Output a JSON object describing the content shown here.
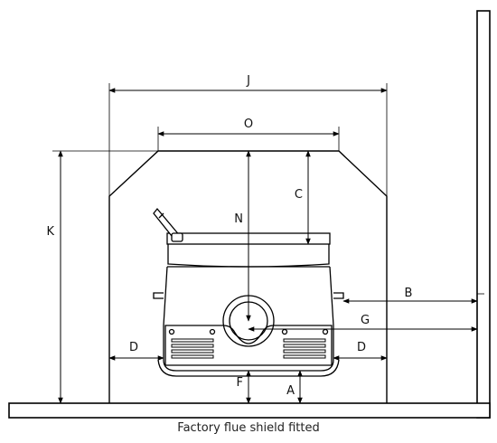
{
  "labels": {
    "J": "J",
    "O": "O",
    "K": "K",
    "N": "N",
    "C": "C",
    "B": "B",
    "G": "G",
    "D_left": "D",
    "D_right": "D",
    "F": "F",
    "A": "A"
  },
  "caption": "Factory flue shield fitted",
  "colors": {
    "line": "#000000",
    "dimension": "#111111",
    "background": "#ffffff"
  }
}
